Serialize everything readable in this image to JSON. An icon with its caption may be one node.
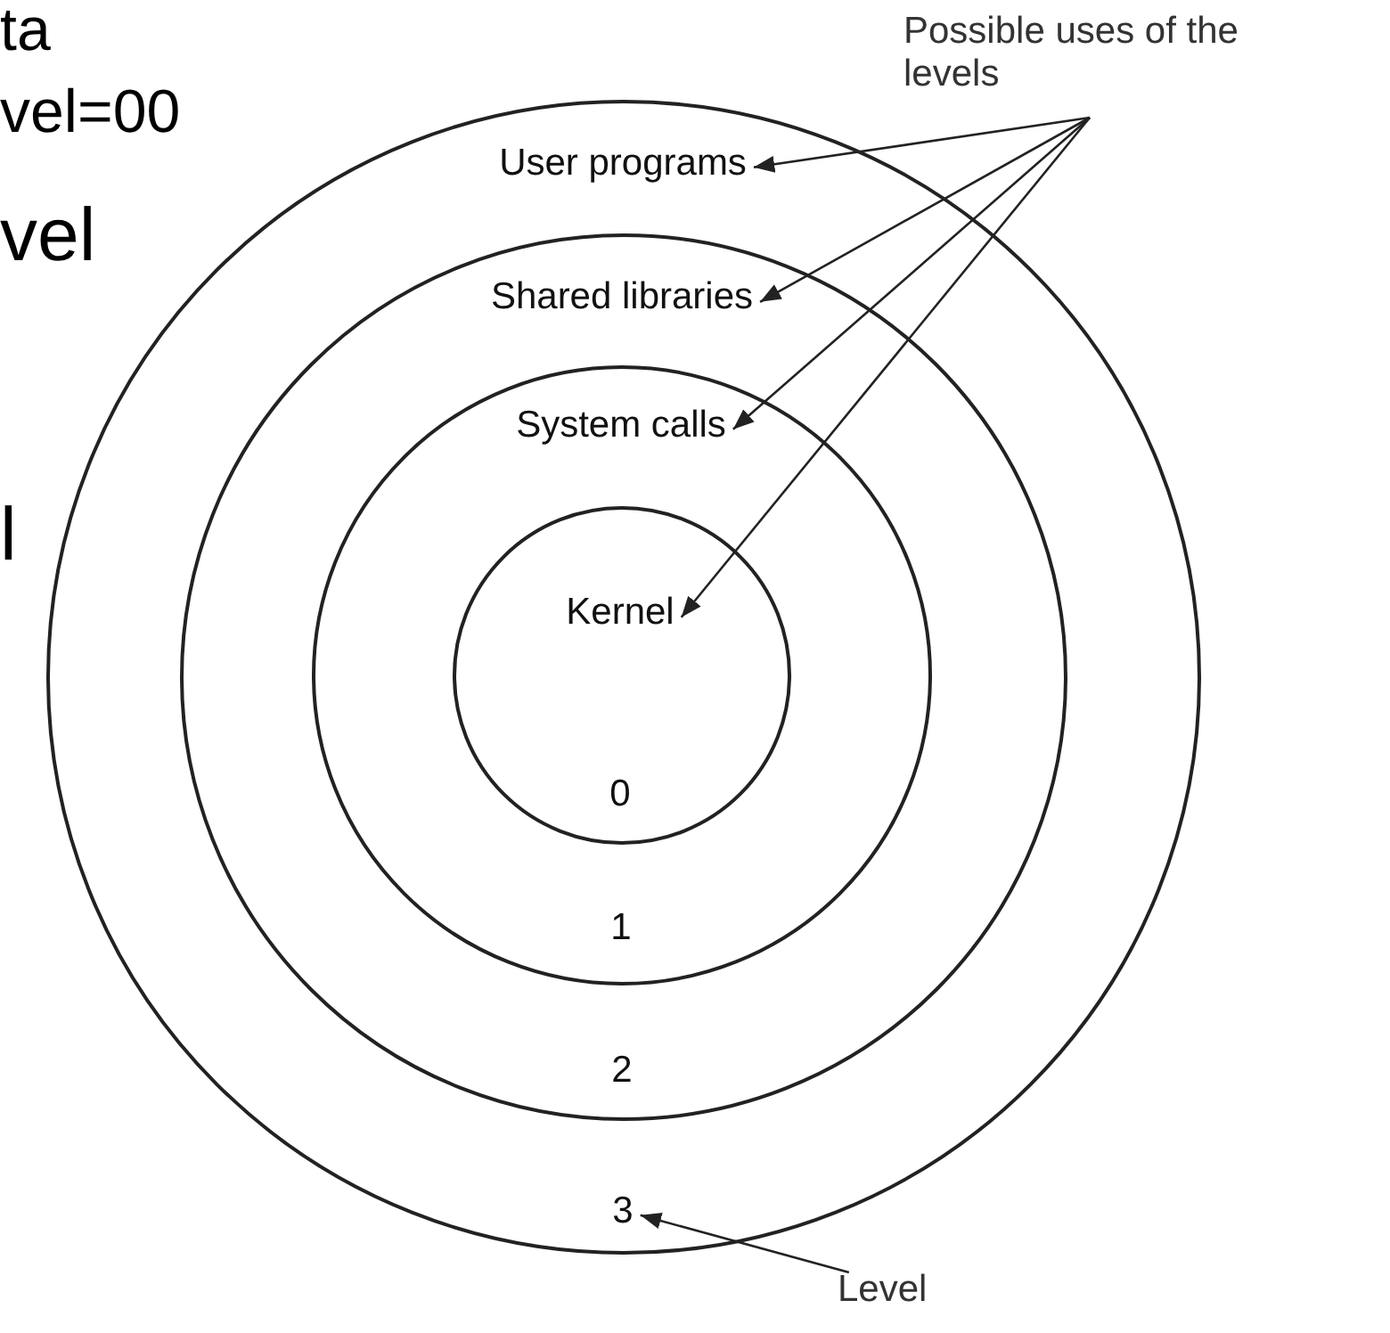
{
  "diagram": {
    "nodes": [
      {
        "text": [
          "User programs",
          "3"
        ]
      },
      {
        "text": [
          "Shared libraries",
          "2"
        ],
        "in": 0
      },
      {
        "text": [
          "System calls",
          "1"
        ],
        "in": 1
      },
      {
        "text": [
          "Kernel",
          "0"
        ],
        "in": 2
      },
      {
        "text": [
          "Possible uses of the levels"
        ]
      },
      {
        "text": [
          "Level"
        ]
      }
    ],
    "edges": [
      {
        "from": 4,
        "to": 0,
        "arrow": "to"
      },
      {
        "from": 4,
        "to": 1,
        "arrow": "to"
      },
      {
        "from": 4,
        "to": 2,
        "arrow": "to"
      },
      {
        "from": 4,
        "to": 3,
        "arrow": "to"
      },
      {
        "from": 5,
        "to": 0,
        "arrow": "to"
      }
    ],
    "labels": [
      "ta",
      "vel=00",
      "vel",
      "l"
    ]
  }
}
